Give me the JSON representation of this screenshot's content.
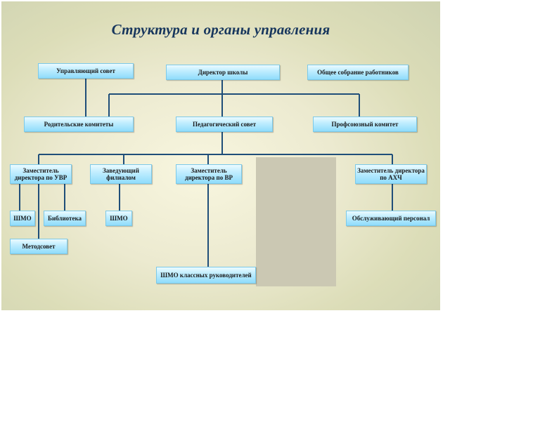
{
  "title": "Структура  и органы управления",
  "nodes": {
    "managing_council": "Управляющий совет",
    "director": "Директор школы",
    "general_meeting": "Общее собрание работников",
    "parent_committees": "Родительские комитеты",
    "pedagogical_council": "Педагогический совет",
    "trade_union_committee": "Профсоюзный комитет",
    "deputy_uvr": "Заместитель директора по УВР",
    "branch_head": "Заведующий филиалом",
    "deputy_vr": "Заместитель директора по ВР",
    "deputy_ahch": "Заместитель директора по АХЧ",
    "shmo_1": "ШМО",
    "library": "Библиотека",
    "shmo_2": "ШМО",
    "service_staff": "Обслуживающий персонал",
    "method_council": "Методсовет",
    "shmo_class_teachers": "ШМО классных руководителей"
  },
  "colors": {
    "title": "#17365d",
    "node_fill": "#8fdcfb",
    "connector": "#1f4e79"
  }
}
